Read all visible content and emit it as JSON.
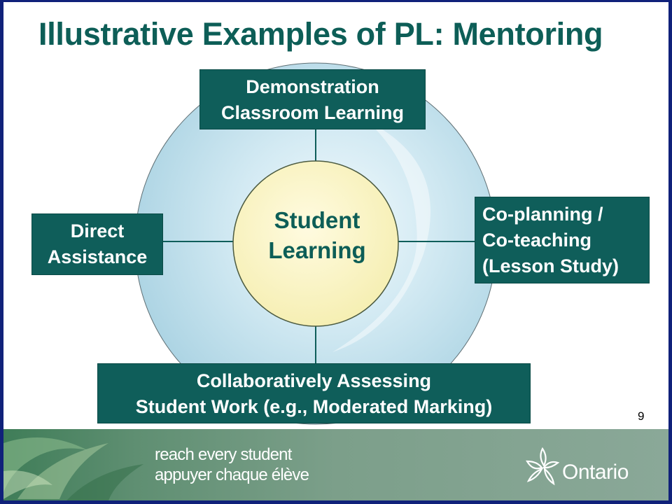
{
  "slide": {
    "title": "Illustrative Examples of PL:  Mentoring",
    "center": {
      "line1": "Student",
      "line2": "Learning"
    },
    "boxes": {
      "top": {
        "line1": "Demonstration",
        "line2": "Classroom Learning"
      },
      "left": {
        "line1": "Direct",
        "line2": "Assistance"
      },
      "right": {
        "line1": "Co-planning /",
        "line2": "Co-teaching",
        "line3": "(Lesson Study)"
      },
      "bottom": {
        "line1": "Collaboratively Assessing",
        "line2": "Student Work (e.g., Moderated Marking)"
      }
    },
    "page_number": "9"
  },
  "footer": {
    "tagline_en": "reach every student",
    "tagline_fr": "appuyer chaque élève",
    "brand": "Ontario"
  },
  "colors": {
    "title_teal": "#0d5e57",
    "box_teal": "#0f5e5a",
    "center_fill": "#fbf6c4",
    "outer_circle": "#b9dbe8",
    "border_blue": "#10217a",
    "footer_green": "#6f977f"
  },
  "icons": {
    "footer_decoration": "leaf-swoosh-icon",
    "brand_logo": "trillium-icon"
  }
}
